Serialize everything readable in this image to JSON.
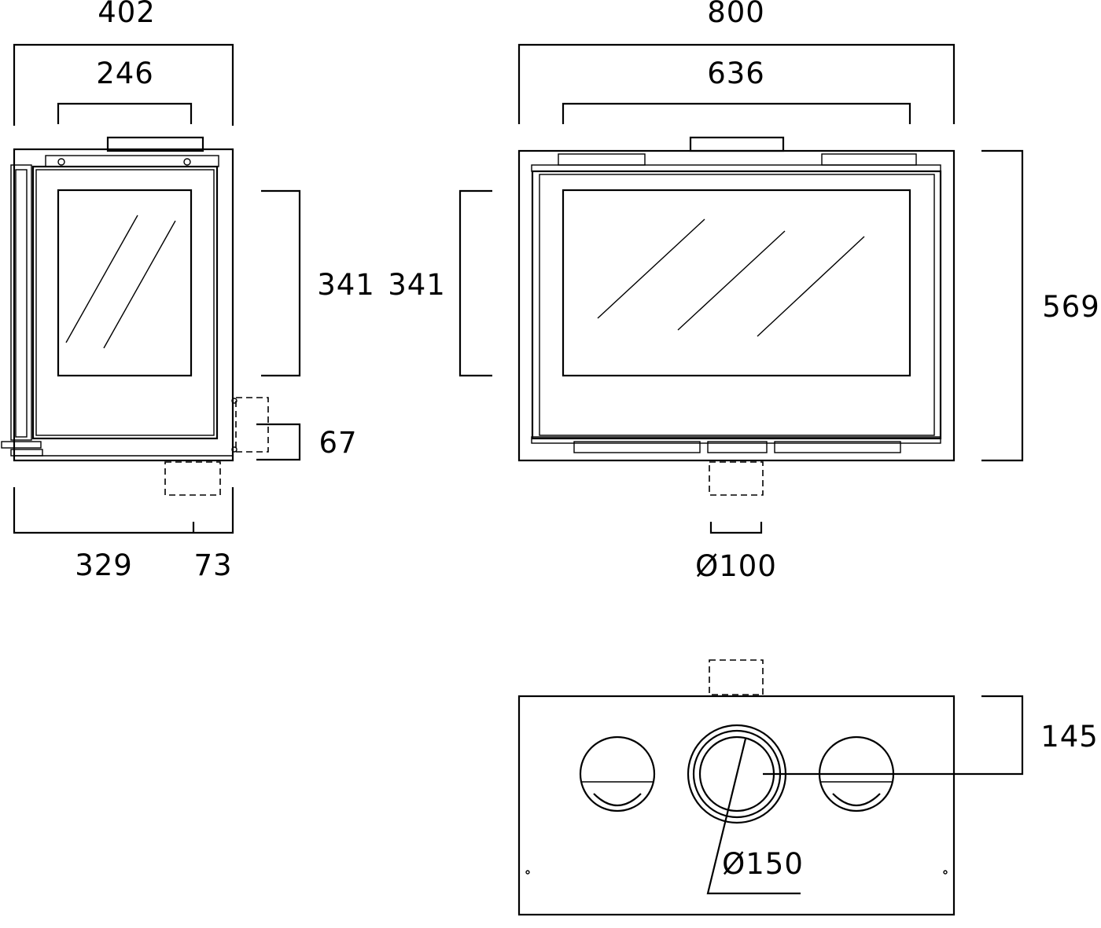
{
  "side_view": {
    "width_total": "402",
    "width_collar": "246",
    "glass_height": "341",
    "flue_offset": "67",
    "depth_front": "329",
    "depth_rear": "73"
  },
  "front_view": {
    "width_total": "800",
    "glass_width": "636",
    "glass_height": "341",
    "total_height": "569",
    "flue_diameter": "Ø100"
  },
  "top_view": {
    "depth_to_center": "145",
    "outlet_diameter": "Ø150"
  }
}
